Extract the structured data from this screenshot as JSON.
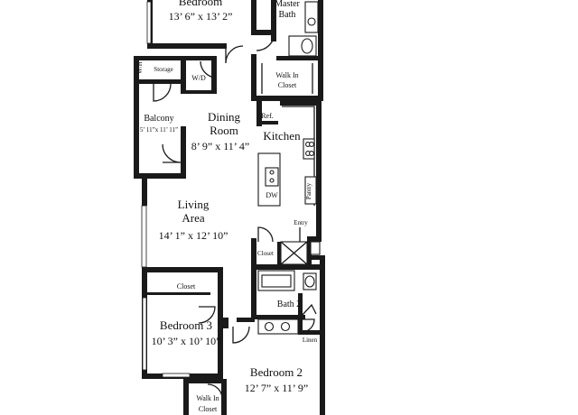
{
  "rooms": {
    "master_bedroom": {
      "name": "Bedroom",
      "size": "13’ 6” x 13’ 2”"
    },
    "master_bath": {
      "name_line1": "Master",
      "name_line2": "Bath"
    },
    "walk_in_closet_master": {
      "line1": "Walk In",
      "line2": "Closet"
    },
    "storage": "Storage",
    "wh": "W/H",
    "wd": "W/D",
    "balcony": {
      "name": "Balcony",
      "size": "5’ 11”x 11’ 11”"
    },
    "dining_room": {
      "line1": "Dining",
      "line2": "Room",
      "size": "8’ 9” x 11’ 4”"
    },
    "refrigerator": "Ref.",
    "kitchen": "Kitchen",
    "dishwasher": "DW",
    "pantry": "Pantry",
    "entry": "Entry",
    "living_area": {
      "line1": "Living",
      "line2": "Area",
      "size": "14’ 1” x 12’ 10”"
    },
    "closet_hall": "Closet",
    "bath2": "Bath 2",
    "linen": "Linen",
    "bedroom3": {
      "name": "Bedroom 3",
      "size": "10’ 3” x 10’ 10”",
      "closet": "Closet"
    },
    "bedroom2": {
      "name": "Bedroom 2",
      "size": "12’ 7” x 11’ 9”"
    },
    "walk_in_closet_bed2": {
      "line1": "Walk In",
      "line2": "Closet"
    }
  }
}
